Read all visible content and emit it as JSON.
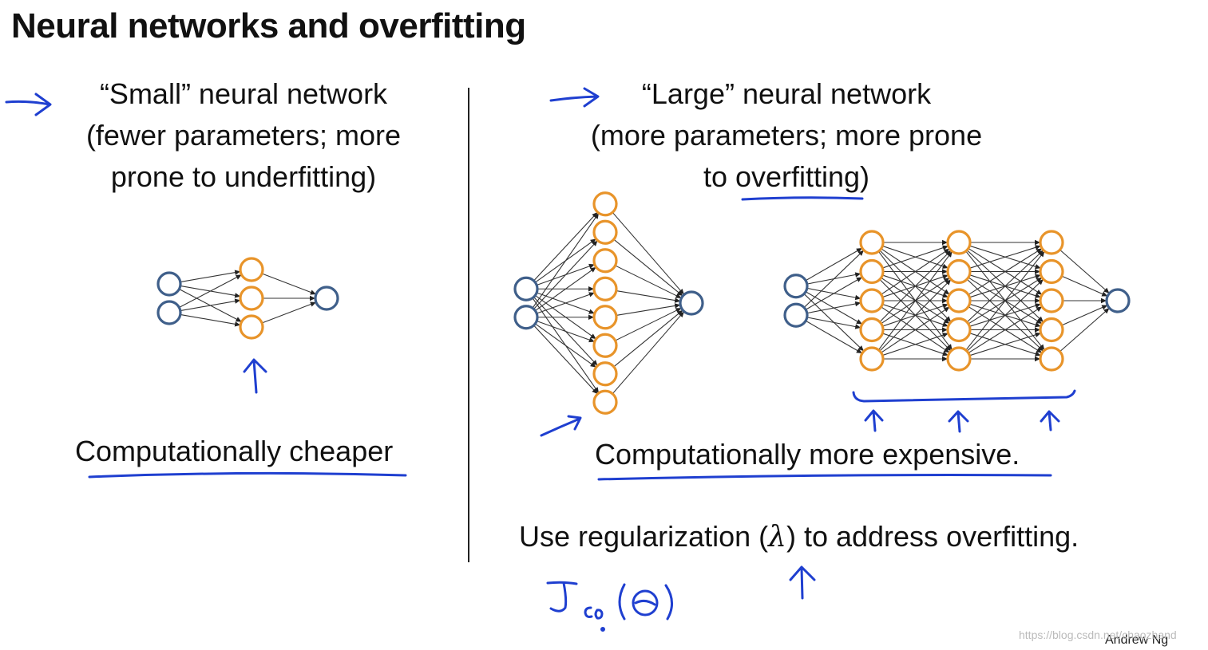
{
  "title": "Neural networks and overfitting",
  "small": {
    "heading_line1": "“Small” neural network",
    "heading_line2": "(fewer parameters; more",
    "heading_line3": "prone to underfitting)",
    "caption": "Computationally cheaper",
    "layers": [
      2,
      3,
      1
    ]
  },
  "large": {
    "heading_line1": "“Large” neural network",
    "heading_line2": "(more parameters; more prone",
    "heading_line3_pre": "to ",
    "heading_line3_word": "overfitting",
    "heading_line3_post": ")",
    "caption": "Computationally more expensive.",
    "wide_layers": [
      2,
      8,
      1
    ],
    "deep_layers": [
      2,
      5,
      5,
      5,
      1
    ]
  },
  "regularization": {
    "pre": "Use regularization (",
    "symbol": "λ",
    "post": ") to address overfitting."
  },
  "author": "Andrew Ng",
  "watermark": "https://blog.csdn.net/chaozhand",
  "colors": {
    "input_node": "#3f5f8a",
    "hidden_node": "#e8942a",
    "ink": "#1f3fd0",
    "text": "#111111"
  }
}
